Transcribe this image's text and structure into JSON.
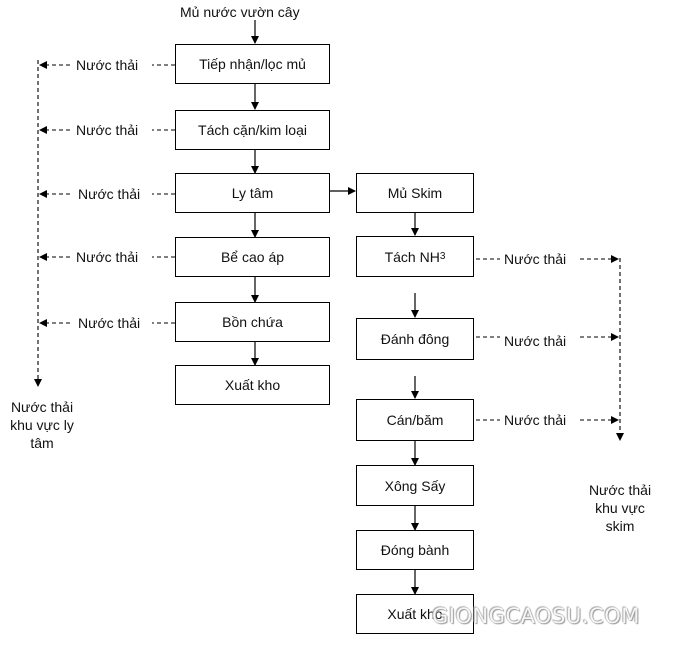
{
  "source_label": "Mủ nước vườn cây",
  "left_column": [
    "Tiếp nhận/lọc mủ",
    "Tách cặn/kim loại",
    "Ly tâm",
    "Bể cao áp",
    "Bồn chứa",
    "Xuất kho"
  ],
  "right_column": {
    "first": "Mủ Skim",
    "nh3_prefix": "Tách NH",
    "nh3_sub": "3",
    "rest": [
      "Đánh đông",
      "Cán/băm",
      "Xông Sấy",
      "Đóng bành",
      "Xuất kho"
    ]
  },
  "waste_label": "Nước thải",
  "left_waste_zone": [
    "Nước thải",
    "khu vực ly",
    "tâm"
  ],
  "right_waste_zone": [
    "Nước thải",
    "khu vực",
    "skim"
  ],
  "watermark": "GIONGCAOSU.COM"
}
